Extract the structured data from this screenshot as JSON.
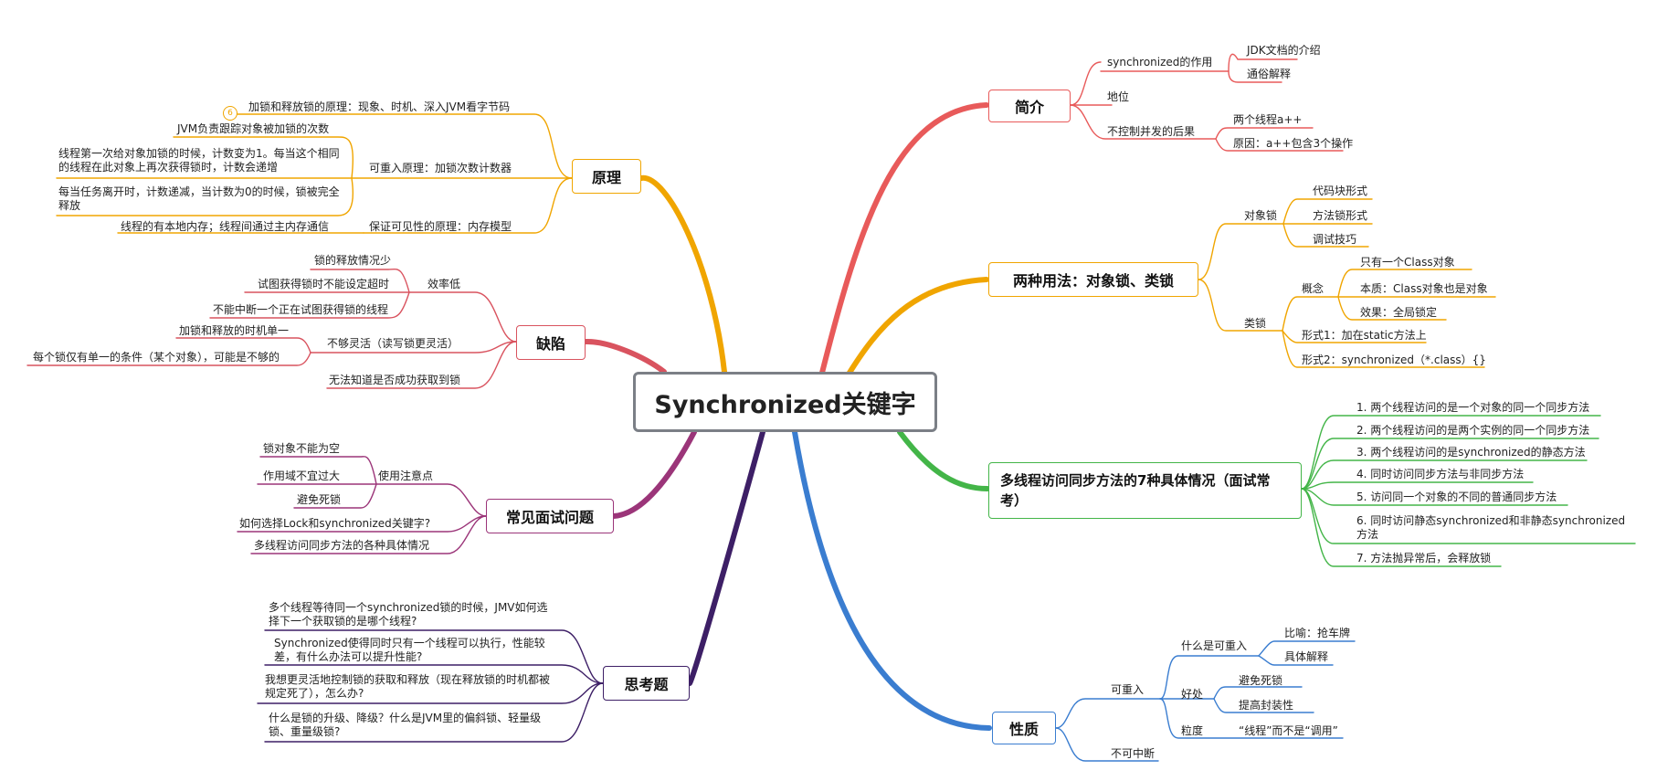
{
  "central": "Synchronized关键字",
  "colors": {
    "red": "#e85a5a",
    "orange": "#f0a500",
    "green": "#43b548",
    "blue": "#3a7dd0",
    "purple": "#3d1f66",
    "magenta": "#9b3579",
    "crimson": "#d9535f"
  },
  "right": {
    "intro": {
      "title": "简介",
      "role": "synchronized的作用",
      "role_children": [
        "JDK文档的介绍",
        "通俗解释"
      ],
      "position": "地位",
      "consequence": "不控制并发的后果",
      "consequence_children": [
        "两个线程a++",
        "原因：a++包含3个操作"
      ]
    },
    "usage": {
      "title": "两种用法：对象锁、类锁",
      "object_lock": "对象锁",
      "object_lock_children": [
        "代码块形式",
        "方法锁形式",
        "调试技巧"
      ],
      "class_lock": "类锁",
      "concept": "概念",
      "concept_children": [
        "只有一个Class对象",
        "本质：Class对象也是对象",
        "效果：全局锁定"
      ],
      "form1": "形式1：加在static方法上",
      "form2": "形式2：synchronized（*.class）{}"
    },
    "seven": {
      "title": "多线程访问同步方法的7种具体情况（面试常考）",
      "items": [
        "1. 两个线程访问的是一个对象的同一个同步方法",
        "2. 两个线程访问的是两个实例的同一个同步方法",
        "3. 两个线程访问的是synchronized的静态方法",
        "4. 同时访问同步方法与非同步方法",
        "5. 访问同一个对象的不同的普通同步方法",
        "6. 同时访问静态synchronized和非静态synchronized方法",
        "7. 方法抛异常后，会释放锁"
      ]
    },
    "nature": {
      "title": "性质",
      "reentrant": "可重入",
      "what": "什么是可重入",
      "what_children": [
        "比喻：抢车牌",
        "具体解释"
      ],
      "benefit": "好处",
      "benefit_children": [
        "避免死锁",
        "提高封装性"
      ],
      "granularity": "粒度",
      "granularity_child": "“线程”而不是“调用”",
      "uninterruptible": "不可中断"
    }
  },
  "left": {
    "principle": {
      "title": "原理",
      "badge": "6",
      "lock_release": "加锁和释放锁的原理：现象、时机、深入JVM看字节码",
      "reentrant": "可重入原理：加锁次数计数器",
      "reentrant_children": [
        "JVM负责跟踪对象被加锁的次数",
        "线程第一次给对象加锁的时候，计数变为1。每当这个相同的线程在此对象上再次获得锁时，计数会递增",
        "每当任务离开时，计数递减，当计数为0的时候，锁被完全释放"
      ],
      "visibility": "保证可见性的原理：内存模型",
      "visibility_child": "线程的有本地内存；线程间通过主内存通信"
    },
    "defects": {
      "title": "缺陷",
      "efficiency": "效率低",
      "efficiency_children": [
        "锁的释放情况少",
        "试图获得锁时不能设定超时",
        "不能中断一个正在试图获得锁的线程"
      ],
      "inflexible": "不够灵活（读写锁更灵活）",
      "inflexible_children": [
        "加锁和释放的时机单一",
        "每个锁仅有单一的条件（某个对象），可能是不够的"
      ],
      "unknown": "无法知道是否成功获取到锁"
    },
    "interview": {
      "title": "常见面试问题",
      "notes": "使用注意点",
      "notes_children": [
        "锁对象不能为空",
        "作用域不宜过大",
        "避免死锁"
      ],
      "choose": "如何选择Lock和synchronized关键字?",
      "cases": "多线程访问同步方法的各种具体情况"
    },
    "thinking": {
      "title": "思考题",
      "items": [
        "多个线程等待同一个synchronized锁的时候，JMV如何选择下一个获取锁的是哪个线程?",
        "Synchronized使得同时只有一个线程可以执行，性能较差，有什么办法可以提升性能?",
        "我想更灵活地控制锁的获取和释放（现在释放锁的时机都被规定死了），怎么办?",
        "什么是锁的升级、降级？什么是JVM里的偏斜锁、轻量级锁、重量级锁?"
      ]
    }
  }
}
